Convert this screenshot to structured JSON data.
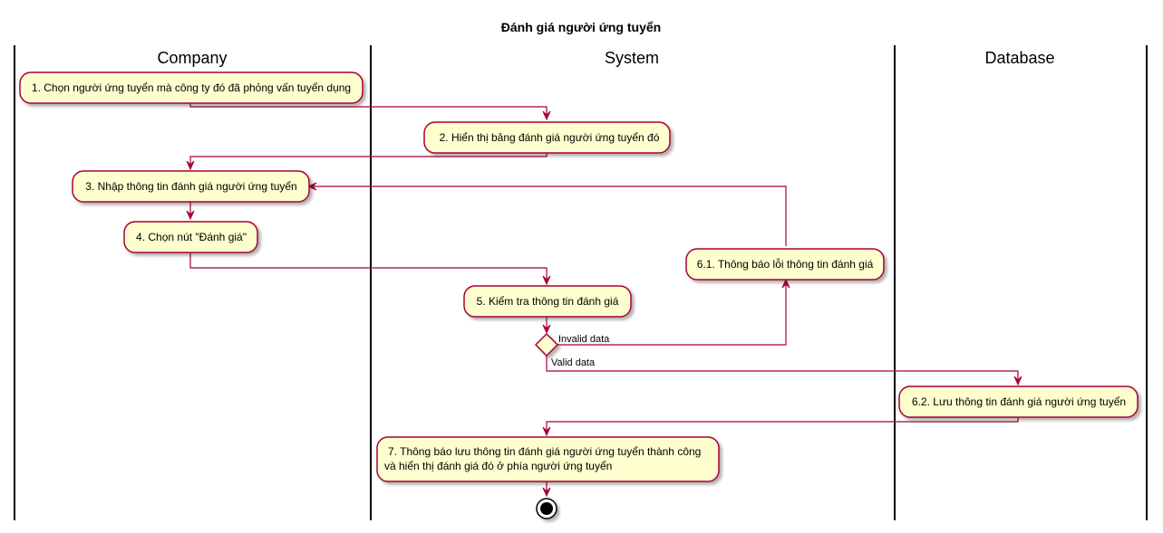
{
  "title": "Đánh giá người ứng tuyển",
  "lanes": [
    "Company",
    "System",
    "Database"
  ],
  "activities": [
    {
      "id": "a1",
      "lane": "Company",
      "text": "1. Chọn người ứng tuyển mà công ty đó đã phỏng vấn tuyển dụng"
    },
    {
      "id": "a2",
      "lane": "System",
      "text": "2. Hiển thị bảng đánh giá người ứng tuyển đó"
    },
    {
      "id": "a3",
      "lane": "Company",
      "text": "3. Nhập thông tin đánh giá người ứng tuyển"
    },
    {
      "id": "a4",
      "lane": "Company",
      "text": "4. Chọn nút \"Đánh giá\""
    },
    {
      "id": "a5",
      "lane": "System",
      "text": "5. Kiểm tra thông tin đánh giá"
    },
    {
      "id": "a61",
      "lane": "System",
      "text": "6.1. Thông báo lỗi thông tin đánh giá"
    },
    {
      "id": "a62",
      "lane": "Database",
      "text": "6.2. Lưu thông tin đánh giá người ứng tuyển"
    },
    {
      "id": "a7",
      "lane": "System",
      "lines": [
        "7. Thông báo lưu thông tin đánh giá người ứng tuyển thành công",
        "và hiển thị đánh giá đó ở phía người ứng tuyển"
      ]
    }
  ],
  "guards": {
    "invalid": "Invalid data",
    "valid": "Valid data"
  },
  "colors": {
    "activity_fill": "#FEFECE",
    "border": "#A80036",
    "lane_line": "#000000"
  }
}
